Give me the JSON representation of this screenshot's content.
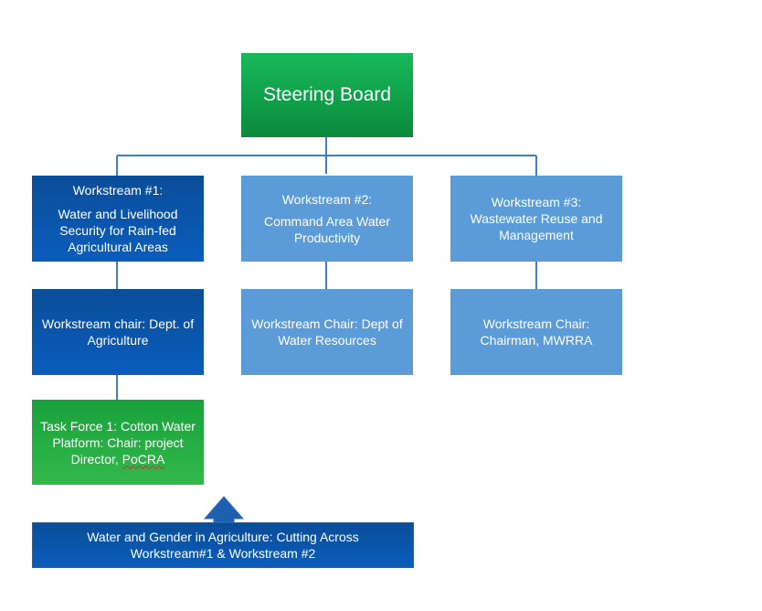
{
  "steering": {
    "label": "Steering Board"
  },
  "workstreams": [
    {
      "title": "Workstream #1:",
      "lines": [
        "Water and Livelihood",
        "Security for Rain-fed",
        "Agricultural Areas"
      ]
    },
    {
      "title": "Workstream #2:",
      "lines": [
        "Command Area Water",
        "Productivity"
      ]
    },
    {
      "title": "Workstream #3:",
      "lines": [
        "Wastewater Reuse and",
        "Management"
      ]
    }
  ],
  "chairs": [
    {
      "lines": [
        "Workstream chair: Dept. of",
        "Agriculture"
      ]
    },
    {
      "lines": [
        "Workstream Chair: Dept of",
        "Water Resources"
      ]
    },
    {
      "lines": [
        "Workstream Chair:",
        "Chairman, MWRRA"
      ]
    }
  ],
  "task_force": {
    "line1": "Task Force 1: Cotton Water",
    "line2": "Platform: Chair: project",
    "line3_prefix": "Director, ",
    "line3_suffix": "PoCRA"
  },
  "cross_cutting": {
    "line1": "Water and Gender in Agriculture: Cutting Across",
    "line2": "Workstream#1 & Workstream #2"
  },
  "colors": {
    "connector": "#3f7fc4",
    "arrow": "#1f5fb0",
    "steering": "#10a04a",
    "dark_blue": "#0a5dbd",
    "light_blue": "#5b9bd8",
    "task_green": "#33b84a"
  },
  "icons": [
    "up-arrow-icon"
  ]
}
